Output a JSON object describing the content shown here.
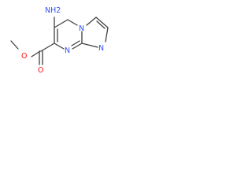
{
  "molecule": {
    "atoms": {
      "amino": "NH2",
      "ring_n1": "N",
      "ring_n2": "N",
      "ring_n3": "N",
      "carbonyl_o": "O",
      "ester_o": "O"
    },
    "colors": {
      "bond": "#404040",
      "nitrogen": "#3050f8",
      "oxygen": "#ff0d0d"
    }
  }
}
